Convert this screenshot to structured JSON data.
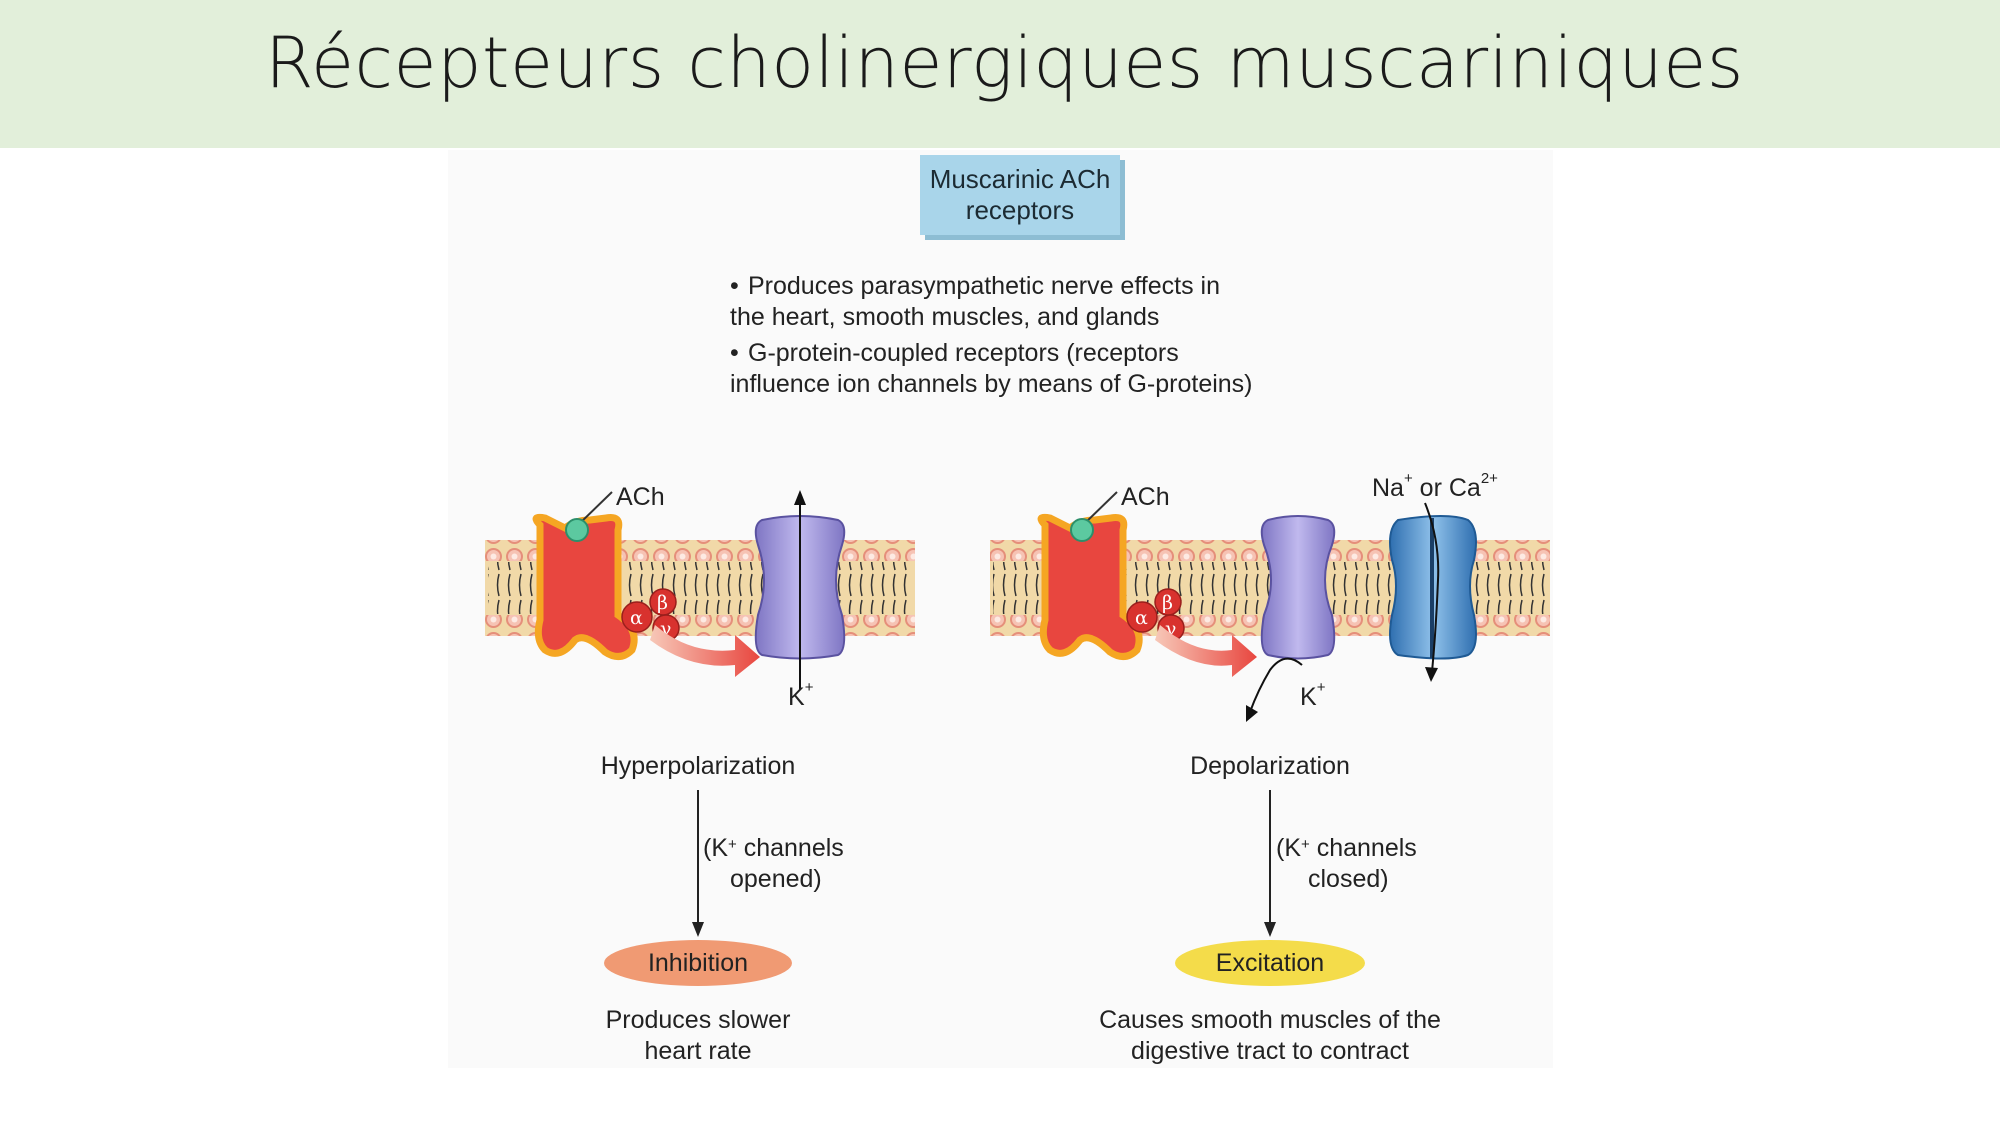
{
  "title": "Récepteurs cholinergiques muscariniques",
  "header_box": {
    "line1": "Muscarinic ACh",
    "line2": "receptors"
  },
  "bullets": [
    {
      "line1": "Produces parasympathetic nerve effects in",
      "line2": "the heart, smooth muscles, and glands"
    },
    {
      "line1": "G-protein-coupled receptors (receptors",
      "line2": "influence ion channels by means of G-proteins)"
    }
  ],
  "bullet_symbol": "•",
  "left_panel": {
    "ligand": "ACh",
    "ion": "K",
    "ion_charge": "+",
    "g_protein": {
      "alpha": "α",
      "beta": "β",
      "gamma": "γ"
    },
    "effect": "Hyperpolarization",
    "mechanism_line1_prefix": "(K",
    "mechanism_line1_sup": "+",
    "mechanism_line1_suffix": " channels",
    "mechanism_line2": "opened)",
    "outcome": "Inhibition",
    "outcome_color": "#f09a73",
    "description_line1": "Produces slower",
    "description_line2": "heart rate"
  },
  "right_panel": {
    "ligand": "ACh",
    "ion": "K",
    "ion_charge": "+",
    "cation_label_prefix": "Na",
    "cation_label_sup1": "+",
    "cation_label_mid": " or Ca",
    "cation_label_sup2": "2+",
    "g_protein": {
      "alpha": "α",
      "beta": "β",
      "gamma": "γ"
    },
    "effect": "Depolarization",
    "mechanism_line1_prefix": "(K",
    "mechanism_line1_sup": "+",
    "mechanism_line1_suffix": " channels",
    "mechanism_line2": "closed)",
    "outcome": "Excitation",
    "outcome_color": "#f4dc4a",
    "description_line1": "Causes smooth muscles of the",
    "description_line2": "digestive tract to contract"
  },
  "colors": {
    "title_bar": "#e2efda",
    "receptor": "#e8463f",
    "receptor_outline": "#f5a623",
    "ach": "#5cc9a0",
    "k_channel": "#9c93d6",
    "na_ca_channel": "#3f86c9",
    "lipid_head": "#f4b8a8",
    "membrane": "#f1d9a8"
  }
}
